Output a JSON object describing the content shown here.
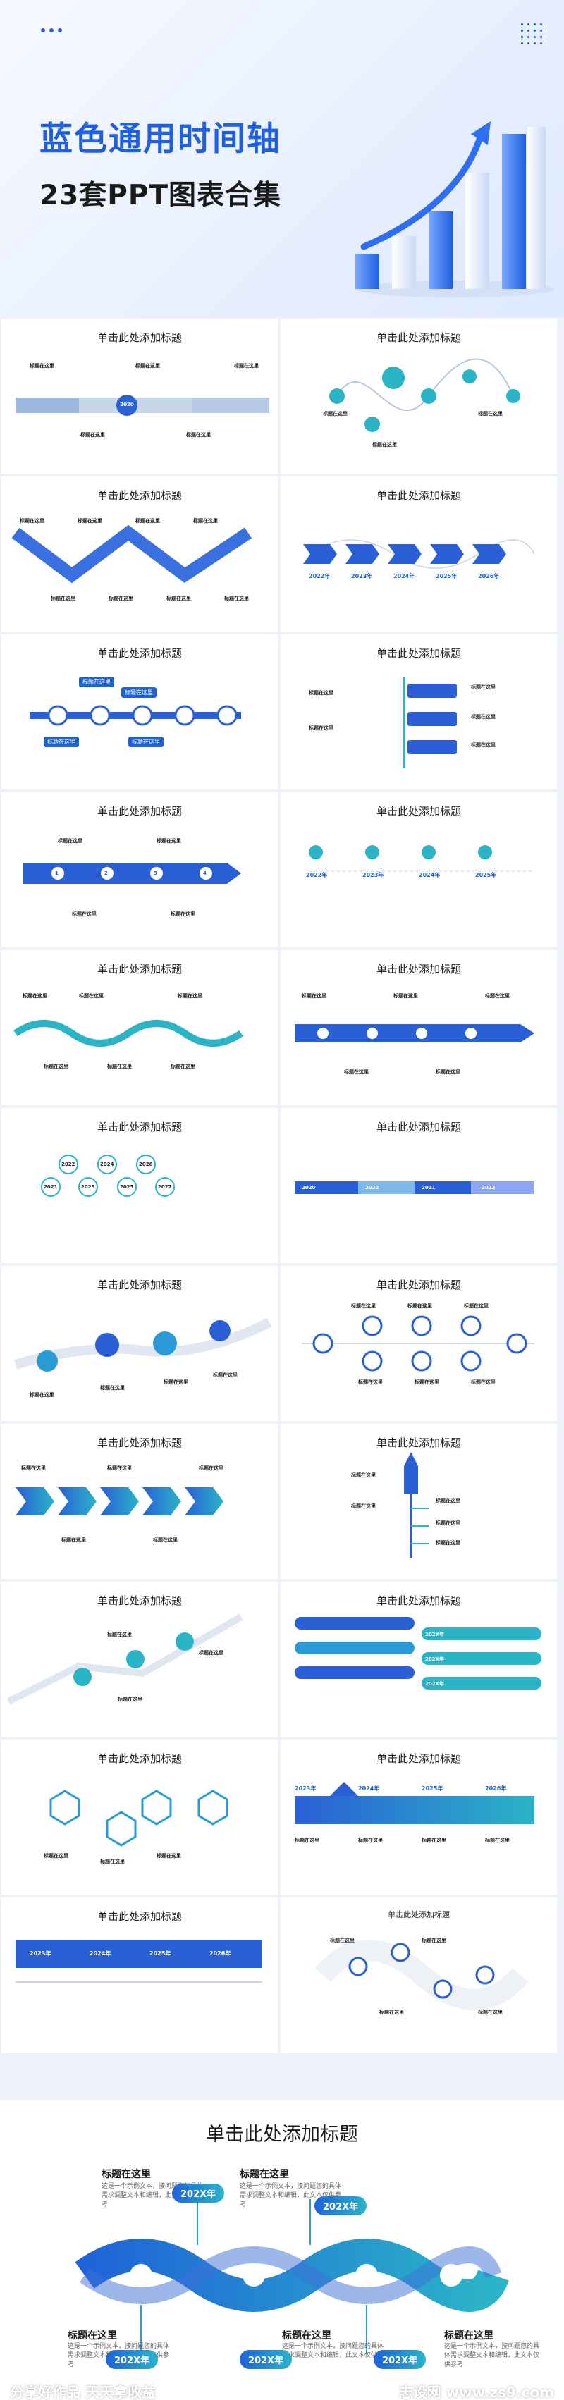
{
  "cover": {
    "title": "蓝色通用时间轴",
    "subtitle": "23套PPT图表合集",
    "brand_blue": "#1f5fe0"
  },
  "slide_title": "单击此处添加标题",
  "slide_title_small": "单击此处添加标题",
  "label": "标题在这里",
  "label_alt": "标题在这里",
  "year_2020": "2020",
  "years_4": [
    "2022年",
    "2023年",
    "2024年",
    "2025年",
    "2026年"
  ],
  "years_plain": [
    "2022年",
    "2023年",
    "2024年",
    "2025年"
  ],
  "years_bar": [
    "2020",
    "2022",
    "2021",
    "2022"
  ],
  "years_circle": [
    "2022",
    "2024",
    "2026",
    "2021",
    "2023",
    "2025",
    "2027"
  ],
  "years_202x": [
    "202X年",
    "202X年",
    "202X年",
    "202X年"
  ],
  "years_2023": [
    "2023年",
    "2024年",
    "2025年",
    "2026年"
  ],
  "steps": [
    "1",
    "2",
    "3",
    "4"
  ],
  "big": {
    "title": "单击此处添加标题",
    "heading": "标题在这里",
    "body": "这是一个示例文本，按问题您的具体需求调整文本和编辑，此文本仅供参考",
    "year": "202X年"
  },
  "watermark": {
    "left": "分享好作品 天天拿收益",
    "right": "志设网 www.zs9.com"
  }
}
